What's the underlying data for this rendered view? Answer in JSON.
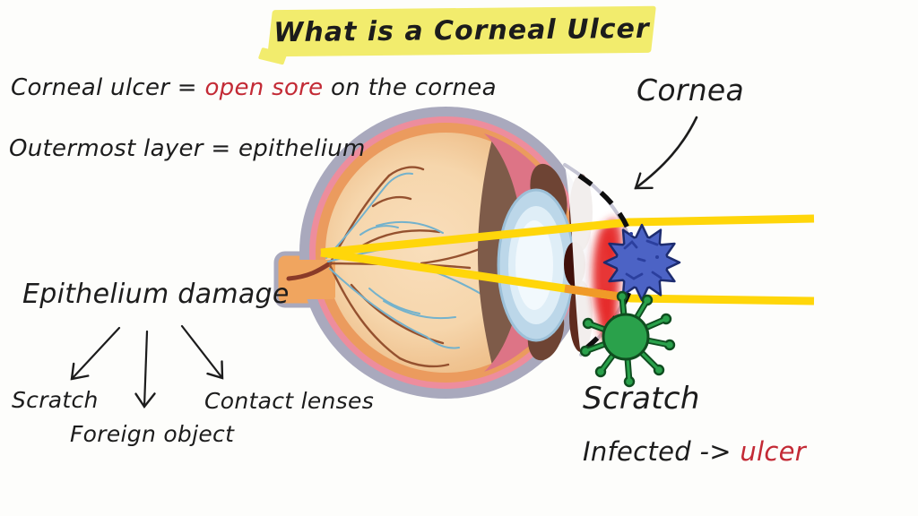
{
  "title": {
    "text": "What is a Corneal Ulcer"
  },
  "facts": {
    "line1_pre": "Corneal ulcer = ",
    "line1_highlight": "open sore",
    "line1_post": " on the cornea",
    "line2": "Outermost layer = epithelium"
  },
  "eye_labels": {
    "cornea": "Cornea",
    "scratch": "Scratch",
    "infected_pre": "Infected -> ",
    "infected_highlight": "ulcer"
  },
  "damage_diagram": {
    "heading": "Epithelium damage",
    "causes": [
      "Scratch",
      "Foreign object",
      "Contact lenses"
    ]
  },
  "colors": {
    "ink": "#1c1c1c",
    "accent_red": "#c32a35",
    "highlight_yellow": "#f2ec6d",
    "ray_yellow": "#ffd60a",
    "ray_orange": "#f09a28",
    "sclera_gray": "#a9a9bd",
    "choroid_pink": "#ed8d9d",
    "retina_orange": "#eb9b5e",
    "vitreous_tan": "#f6d6ac",
    "crescent_brown": "#7e5b49",
    "ciliary_rose": "#dd7486",
    "ciliary_muscle_brown": "#6e4434",
    "iris_maroon": "#5f2b1e",
    "pupil_dark": "#40100a",
    "lens_blue": "#bcd7e9",
    "inflammation_red": "#e62b2b",
    "virus_blue": "#4c63c5",
    "bacteria_green": "#2aa14b",
    "nerve_orange": "#f0a55f",
    "vessel_brown": "#95512f",
    "vessel_blue": "#74b2cc"
  }
}
